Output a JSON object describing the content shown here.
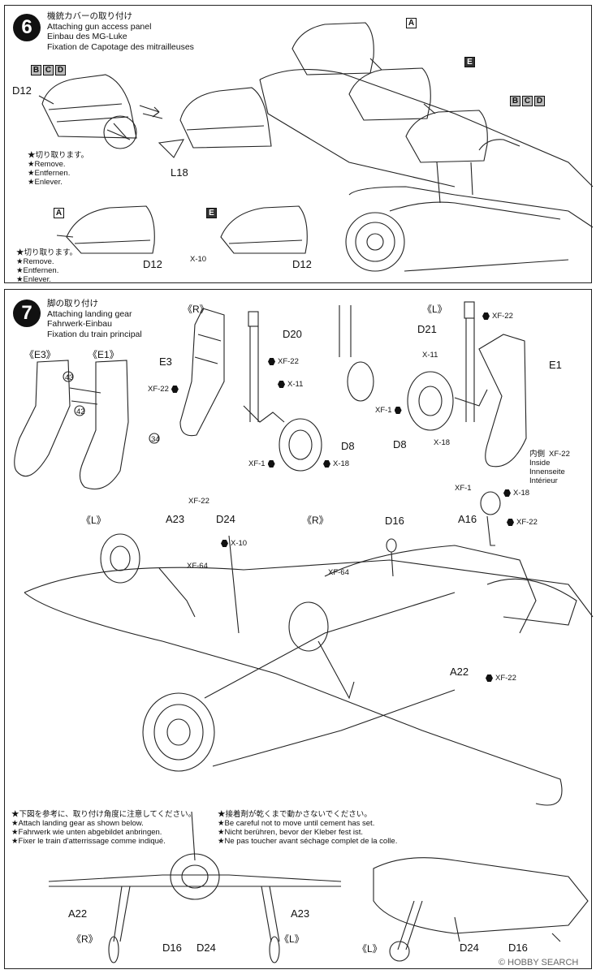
{
  "step6": {
    "number": "6",
    "title_ja": "機銃カバーの取り付け",
    "title_en": "Attaching gun access panel",
    "title_de": "Einbau des MG-Luke",
    "title_fr": "Fixation de Capotage des mitrailleuses",
    "version_boxes_top": [
      "B",
      "C",
      "D"
    ],
    "version_boxes_right": [
      "B",
      "C",
      "D"
    ],
    "box_a": "A",
    "box_e": "E",
    "part_d12": "D12",
    "part_l18": "L18",
    "remove_ja": "★切り取ります。",
    "remove_en": "★Remove.",
    "remove_de": "★Entfernen.",
    "remove_fr": "★Enlever.",
    "paint_x10": "X-10"
  },
  "step7": {
    "number": "7",
    "title_ja": "脚の取り付け",
    "title_en": "Attaching landing gear",
    "title_de": "Fahrwerk-Einbau",
    "title_fr": "Fixation du train principal",
    "label_e3": "《E3》",
    "label_e1": "《E1》",
    "label_r": "《R》",
    "label_l": "《L》",
    "hole_43": "43",
    "hole_42": "42",
    "hole_34": "34",
    "part_e3": "E3",
    "part_e1": "E1",
    "part_d20": "D20",
    "part_d21": "D21",
    "part_d8": "D8",
    "part_a23": "A23",
    "part_d24": "D24",
    "part_d16": "D16",
    "part_a16": "A16",
    "part_a22": "A22",
    "paint_xf22": "XF-22",
    "paint_x11": "X-11",
    "paint_xf1": "XF-1",
    "paint_x18": "X-18",
    "paint_x10": "X-10",
    "paint_xf64": "XF-64",
    "inside_ja": "内側",
    "inside_en": "Inside",
    "inside_de": "Innenseite",
    "inside_fr": "Intérieur"
  },
  "notes": {
    "left_ja": "★下図を参考に、取り付け角度に注意してください。",
    "left_en": "★Attach landing gear as shown below.",
    "left_de": "★Fahrwerk wie unten abgebildet anbringen.",
    "left_fr": "★Fixer le train d'atterrissage comme indiqué.",
    "right_ja": "★接着剤が乾くまで動かさないでください。",
    "right_en": "★Be careful not to move until cement has set.",
    "right_de": "★Nicht berühren, bevor der Kleber fest ist.",
    "right_fr": "★Ne pas toucher avant séchage complet de la colle."
  },
  "front_view": {
    "a22": "A22",
    "a23": "A23",
    "r": "《R》",
    "l": "《L》",
    "d16": "D16",
    "d24": "D24"
  },
  "side_view": {
    "l": "《L》",
    "d24": "D24",
    "d16": "D16"
  },
  "watermark": "© HOBBY SEARCH"
}
